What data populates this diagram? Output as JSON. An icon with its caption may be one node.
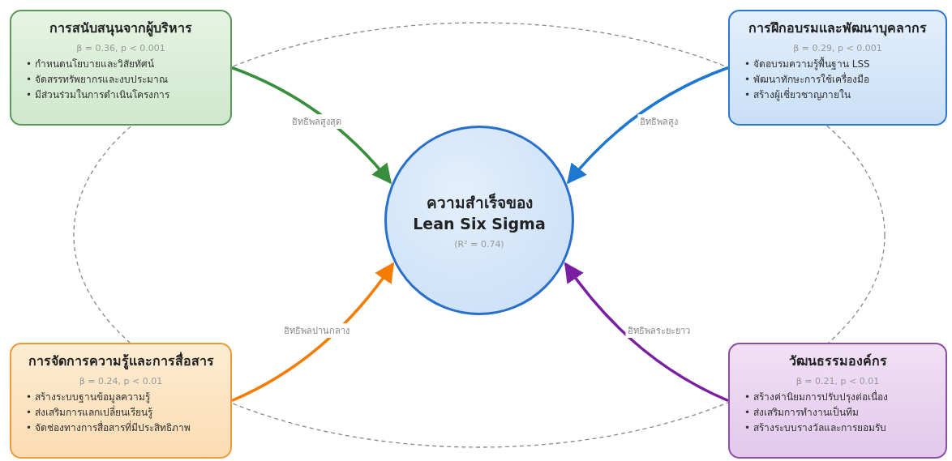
{
  "diagram": {
    "nodes": [
      {
        "text": [
          "การสนับสนุนจากผู้บริหาร",
          "β = 0.36, p < 0.001",
          "• กำหนดนโยบายและวิสัยทัศน์",
          "• จัดสรรทรัพยากรและงบประมาณ",
          "• มีส่วนร่วมในการดำเนินโครงการ"
        ]
      },
      {
        "text": [
          "การฝึกอบรมและพัฒนาบุคลากร",
          "β = 0.29, p < 0.001",
          "• จัดอบรมความรู้พื้นฐาน LSS",
          "• พัฒนาทักษะการใช้เครื่องมือ",
          "• สร้างผู้เชี่ยวชาญภายใน"
        ]
      },
      {
        "text": [
          "ความสำเร็จของ Lean Six Sigma",
          "(R² = 0.74)"
        ]
      },
      {
        "text": [
          "การจัดการความรู้และการสื่อสาร",
          "β = 0.24, p < 0.01",
          "• สร้างระบบฐานข้อมูลความรู้",
          "• ส่งเสริมการแลกเปลี่ยนเรียนรู้",
          "• จัดช่องทางการสื่อสารที่มีประสิทธิภาพ"
        ]
      },
      {
        "text": [
          "วัฒนธรรมองค์กร",
          "β = 0.21, p < 0.01",
          "• สร้างค่านิยมการปรับปรุงต่อเนื่อง",
          "• ส่งเสริมการทำงานเป็นทีม",
          "• สร้างระบบรางวัลและการยอมรับ"
        ]
      }
    ],
    "edges": [
      {
        "from": 0,
        "to": 2,
        "arrow": "to",
        "label": "อิทธิพลสูงสุด",
        "color": "#388e3c"
      },
      {
        "from": 1,
        "to": 2,
        "arrow": "to",
        "label": "อิทธิพลสูง",
        "color": "#1e78d2"
      },
      {
        "from": 3,
        "to": 2,
        "arrow": "to",
        "label": "อิทธิพลปานกลาง",
        "color": "#f57c00"
      },
      {
        "from": 4,
        "to": 2,
        "arrow": "to",
        "label": "อิทธิพลระยะยาว",
        "color": "#7b1fa2"
      }
    ]
  }
}
